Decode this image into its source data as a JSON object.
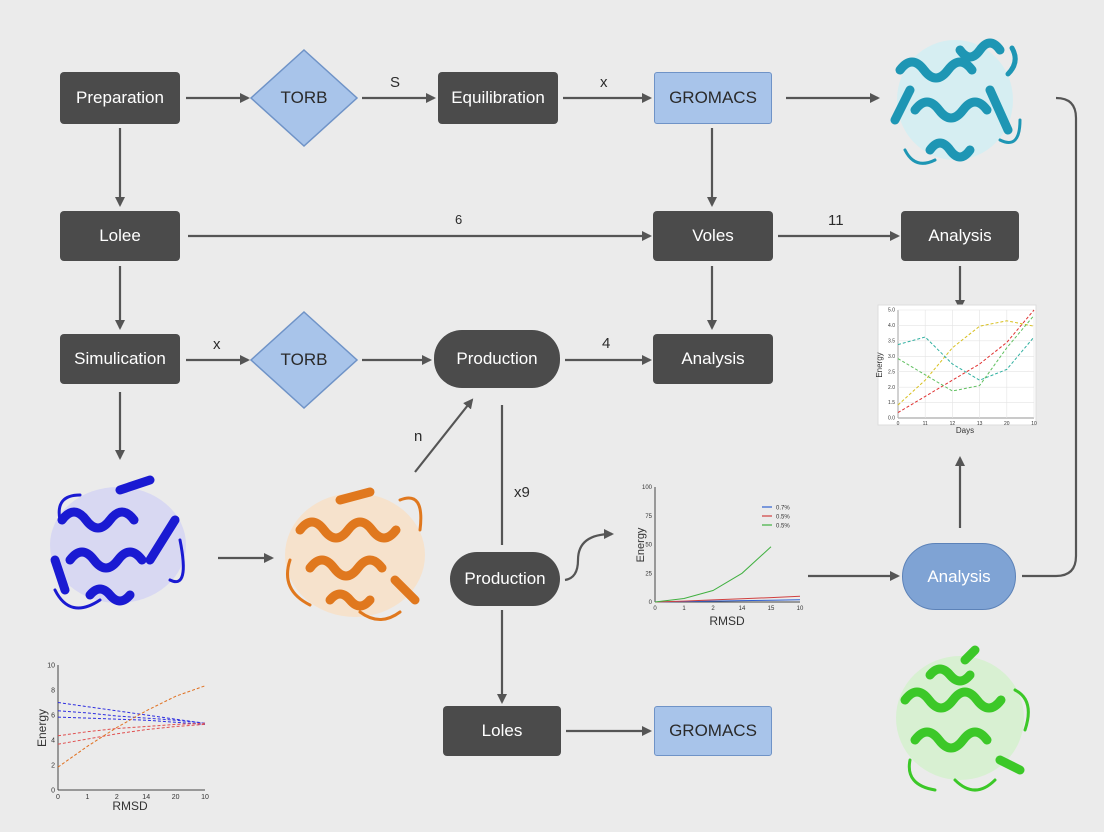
{
  "nodes": {
    "preparation": "Preparation",
    "torb_top": "TORB",
    "equilibration": "Equilibration",
    "gromacs_top": "GROMACS",
    "lolee": "Lolee",
    "voles": "Voles",
    "analysis_right_top": "Analysis",
    "simulication": "Simulication",
    "torb_mid": "TORB",
    "production_mid": "Production",
    "analysis_mid": "Analysis",
    "production_low": "Production",
    "analysis_blue": "Analysis",
    "loles": "Loles",
    "gromacs_bottom": "GROMACS"
  },
  "edge_labels": {
    "torb_equil": "S",
    "equil_gromacs": "x",
    "lolee_voles": "6",
    "voles_analysis": "11",
    "sim_torb": "x",
    "prod_analysis": "4",
    "orange_prod": "n",
    "prod_vertical": "x9"
  },
  "colors": {
    "dark_node": "#4b4b4b",
    "light_node": "#a8c4ea",
    "blue_pill": "#7fa3d4",
    "arrow": "#555555",
    "protein_teal": "#1e96b4",
    "protein_blue": "#1a1ad2",
    "protein_orange": "#e0781e",
    "protein_green": "#3cc828"
  },
  "proteins": [
    {
      "name": "teal-protein",
      "color": "#1e96b4"
    },
    {
      "name": "blue-protein",
      "color": "#1a1ad2"
    },
    {
      "name": "orange-protein",
      "color": "#e0781e"
    },
    {
      "name": "green-protein",
      "color": "#3cc828"
    }
  ],
  "chart_data": [
    {
      "type": "line",
      "title": "",
      "xlabel": "RMSD",
      "ylabel": "Energy",
      "x": [
        0,
        2,
        4,
        6,
        8,
        10
      ],
      "xticks": [
        "0",
        "1",
        "2",
        "14",
        "20",
        "10"
      ],
      "yticks": [
        "0",
        "2",
        "4",
        "6",
        "8",
        "10"
      ],
      "ylim": [
        0,
        12
      ],
      "series": [
        {
          "color": "#2e2ee0",
          "values": [
            8.4,
            8.0,
            7.6,
            7.2,
            6.8,
            6.4
          ]
        },
        {
          "color": "#2e2ee0",
          "values": [
            7.6,
            7.4,
            7.1,
            6.9,
            6.7,
            6.4
          ]
        },
        {
          "color": "#2e2ee0",
          "values": [
            7.0,
            6.9,
            6.8,
            6.7,
            6.5,
            6.3
          ]
        },
        {
          "color": "#e05050",
          "values": [
            5.2,
            5.6,
            5.9,
            6.1,
            6.3,
            6.4
          ]
        },
        {
          "color": "#e05050",
          "values": [
            4.4,
            4.9,
            5.4,
            5.8,
            6.1,
            6.3
          ]
        },
        {
          "color": "#e07020",
          "values": [
            2.2,
            4.2,
            6.0,
            7.6,
            9.0,
            10.0
          ]
        }
      ]
    },
    {
      "type": "line",
      "title": "",
      "xlabel": "RMSD",
      "ylabel": "Energy",
      "x": [
        0,
        2,
        4,
        6,
        8,
        10
      ],
      "xticks": [
        "0",
        "1",
        "2",
        "14",
        "15",
        "10"
      ],
      "yticks": [
        "0",
        "25",
        "50",
        "75",
        "100"
      ],
      "ylim": [
        0,
        100
      ],
      "legend": [
        "0.7%",
        "0.5%",
        "0.5%"
      ],
      "series": [
        {
          "name": "0.7%",
          "color": "#3060d0",
          "values": [
            0,
            0.4,
            0.8,
            1.2,
            1.5,
            2.0
          ]
        },
        {
          "name": "0.5%",
          "color": "#d04040",
          "values": [
            0,
            0.8,
            1.8,
            2.8,
            3.8,
            5.0
          ]
        },
        {
          "name": "0.5%",
          "color": "#40b040",
          "values": [
            0,
            3,
            10,
            25,
            48,
            null
          ]
        }
      ]
    },
    {
      "type": "line",
      "title": "",
      "xlabel": "Days",
      "ylabel": "Energy",
      "x": [
        0,
        2,
        4,
        6,
        8,
        10
      ],
      "xticks": [
        "0",
        "11",
        "12",
        "13",
        "20",
        "10"
      ],
      "yticks": [
        "0.0",
        "1.5",
        "2.0",
        "2.5",
        "3.0",
        "3.5",
        "4.0",
        "5.0"
      ],
      "ylim": [
        0,
        10
      ],
      "series": [
        {
          "color": "#e03030",
          "values": [
            0.5,
            2.0,
            3.5,
            5.0,
            7.0,
            10.0
          ]
        },
        {
          "color": "#d8c020",
          "values": [
            1.2,
            3.5,
            6.5,
            8.5,
            9.0,
            8.5
          ]
        },
        {
          "color": "#30b0a0",
          "values": [
            6.8,
            7.5,
            5.0,
            3.5,
            4.5,
            7.5
          ]
        },
        {
          "color": "#60c060",
          "values": [
            5.5,
            4.0,
            2.5,
            3.0,
            6.5,
            9.5
          ]
        }
      ]
    }
  ]
}
